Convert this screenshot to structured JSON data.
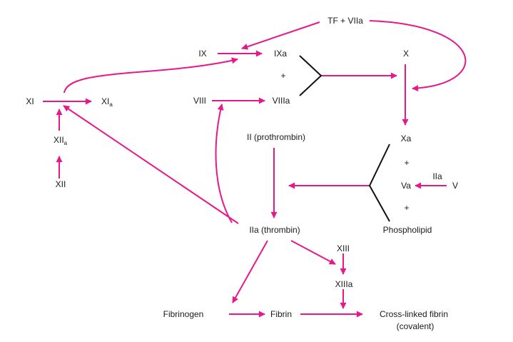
{
  "colors": {
    "arrow": "#e6188c",
    "bracket": "#111111",
    "text": "#1a1a1a",
    "background": "#ffffff"
  },
  "nodes": {
    "tf_viia": "TF + VIIa",
    "ix": "IX",
    "ixa": "IXa",
    "plus_ixa_viiia": "+",
    "viii": "VIII",
    "viiia": "VIIIa",
    "x": "X",
    "xi": "XI",
    "xia": "XI",
    "xia_sub": "a",
    "xiia": "XII",
    "xiia_sub": "a",
    "xii": "XII",
    "prothrombin": "II (prothrombin)",
    "xa": "Xa",
    "plus_xa_va": "+",
    "iia_small": "IIa",
    "va": "Va",
    "v": "V",
    "plus_va_phospholipid": "+",
    "phospholipid": "Phospholipid",
    "thrombin": "IIa (thrombin)",
    "xiii": "XIII",
    "xiiia": "XIIIa",
    "fibrinogen": "Fibrinogen",
    "fibrin": "Fibrin",
    "crosslinked_line1": "Cross-linked fibrin",
    "crosslinked_line2": "(covalent)"
  }
}
